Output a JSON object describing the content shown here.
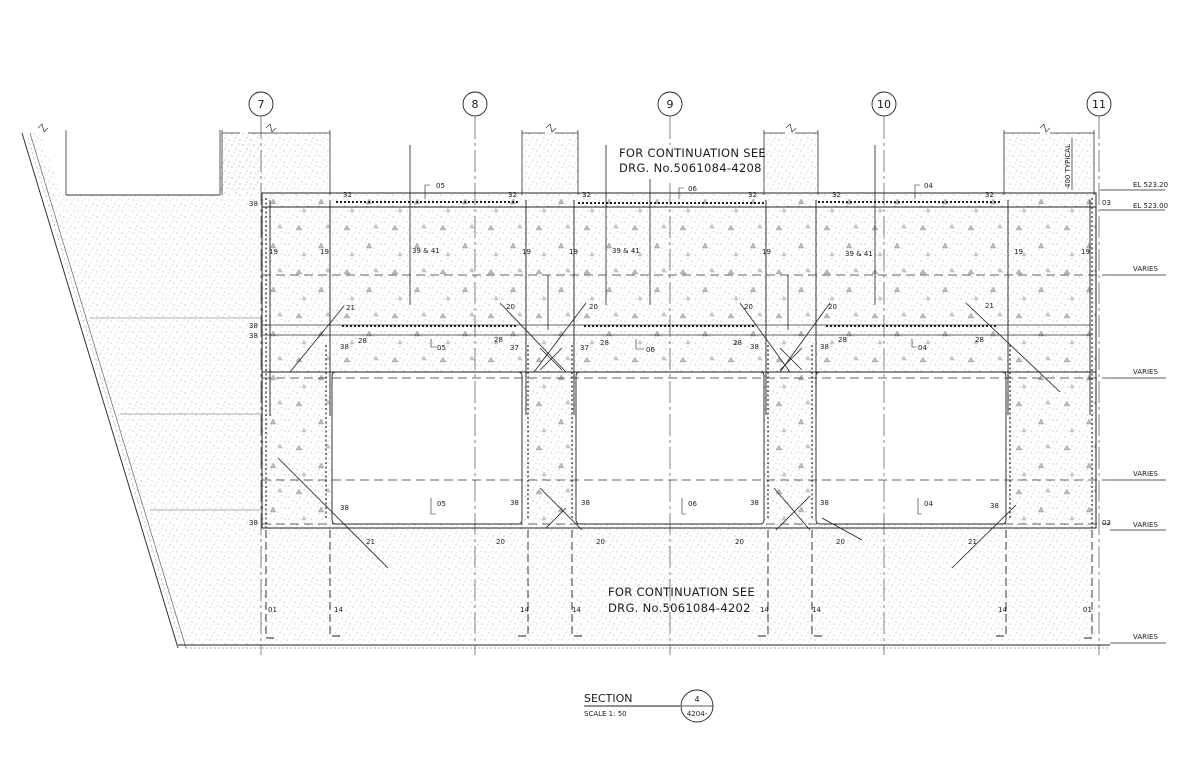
{
  "grid_lines": [
    "7",
    "8",
    "9",
    "10",
    "11"
  ],
  "continuation_top": {
    "line1": "FOR CONTINUATION SEE",
    "line2": "DRG. No.5061084-4208"
  },
  "continuation_bottom": {
    "line1": "FOR CONTINUATION SEE",
    "line2": "DRG. No.5061084-4202"
  },
  "elevations": {
    "top": "EL 523.20",
    "second": "EL 523.00"
  },
  "typical_note": "400 TYPICAL",
  "varies_labels": [
    "VARIES",
    "VARIES",
    "VARIES",
    "VARIES",
    "VARIES"
  ],
  "section": {
    "title": "SECTION",
    "scale": "SCALE 1:  50",
    "number": "4",
    "reference": "4204-"
  },
  "bar_marks": {
    "top_slab_left": "05",
    "top_slab_mid": "06",
    "top_slab_right": "04",
    "top_bar": "32",
    "side_bar": "19",
    "combo": "39 & 41",
    "haunch_outer": "21",
    "haunch_inner": "20",
    "mid_bar": "28",
    "wall_bar": "38",
    "corner_bar": "37",
    "bottom_outer": "03",
    "bottom_legs_outer": "01",
    "bottom_legs_inner": "14"
  }
}
